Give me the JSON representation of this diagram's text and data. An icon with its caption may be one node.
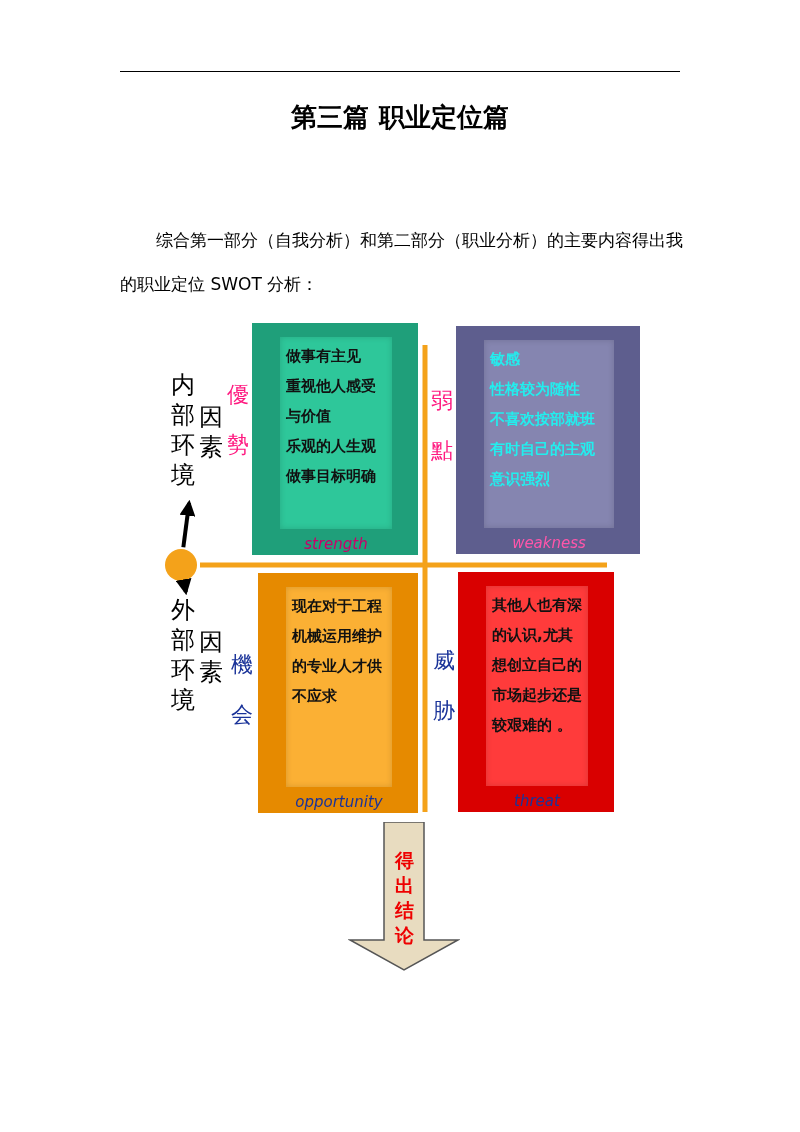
{
  "diagram": {
    "title": "第三篇 职业定位篇",
    "nodes": [
      {
        "text": [],
        "shape": "circle"
      },
      {
        "text": [
          "内部环境",
          "因素"
        ]
      },
      {
        "text": [
          "外部环境",
          "因素"
        ]
      },
      {
        "text": [
          "做事有主见",
          "重视他人感受与价值",
          "乐观的人生观",
          "做事目标明确",
          "strength"
        ],
        "beside": [
          "優勢"
        ]
      },
      {
        "text": [
          "敏感",
          "性格较为随性",
          "不喜欢按部就班",
          "有时自己的主观意识强烈",
          "weakness"
        ],
        "beside": [
          "弱點"
        ]
      },
      {
        "text": [
          "现在对于工程机械运用维护的专业人才供不应求",
          "opportunity"
        ],
        "beside": [
          "機会"
        ]
      },
      {
        "text": [
          "其他人也有深的认识,尤其想创立自己的市场起步还是较艰难的 。",
          "threat"
        ],
        "beside": [
          "威胁"
        ]
      },
      {
        "text": [
          "得出结论"
        ]
      }
    ],
    "edges": [
      {
        "from": 0,
        "to": 1,
        "arrow": "to"
      },
      {
        "from": 0,
        "to": 2,
        "arrow": "to"
      }
    ],
    "labels": [
      "综合第一部分（自我分析）和第二部分（职业分析）的主要内容得出我的职业定位 SWOT 分析："
    ]
  }
}
